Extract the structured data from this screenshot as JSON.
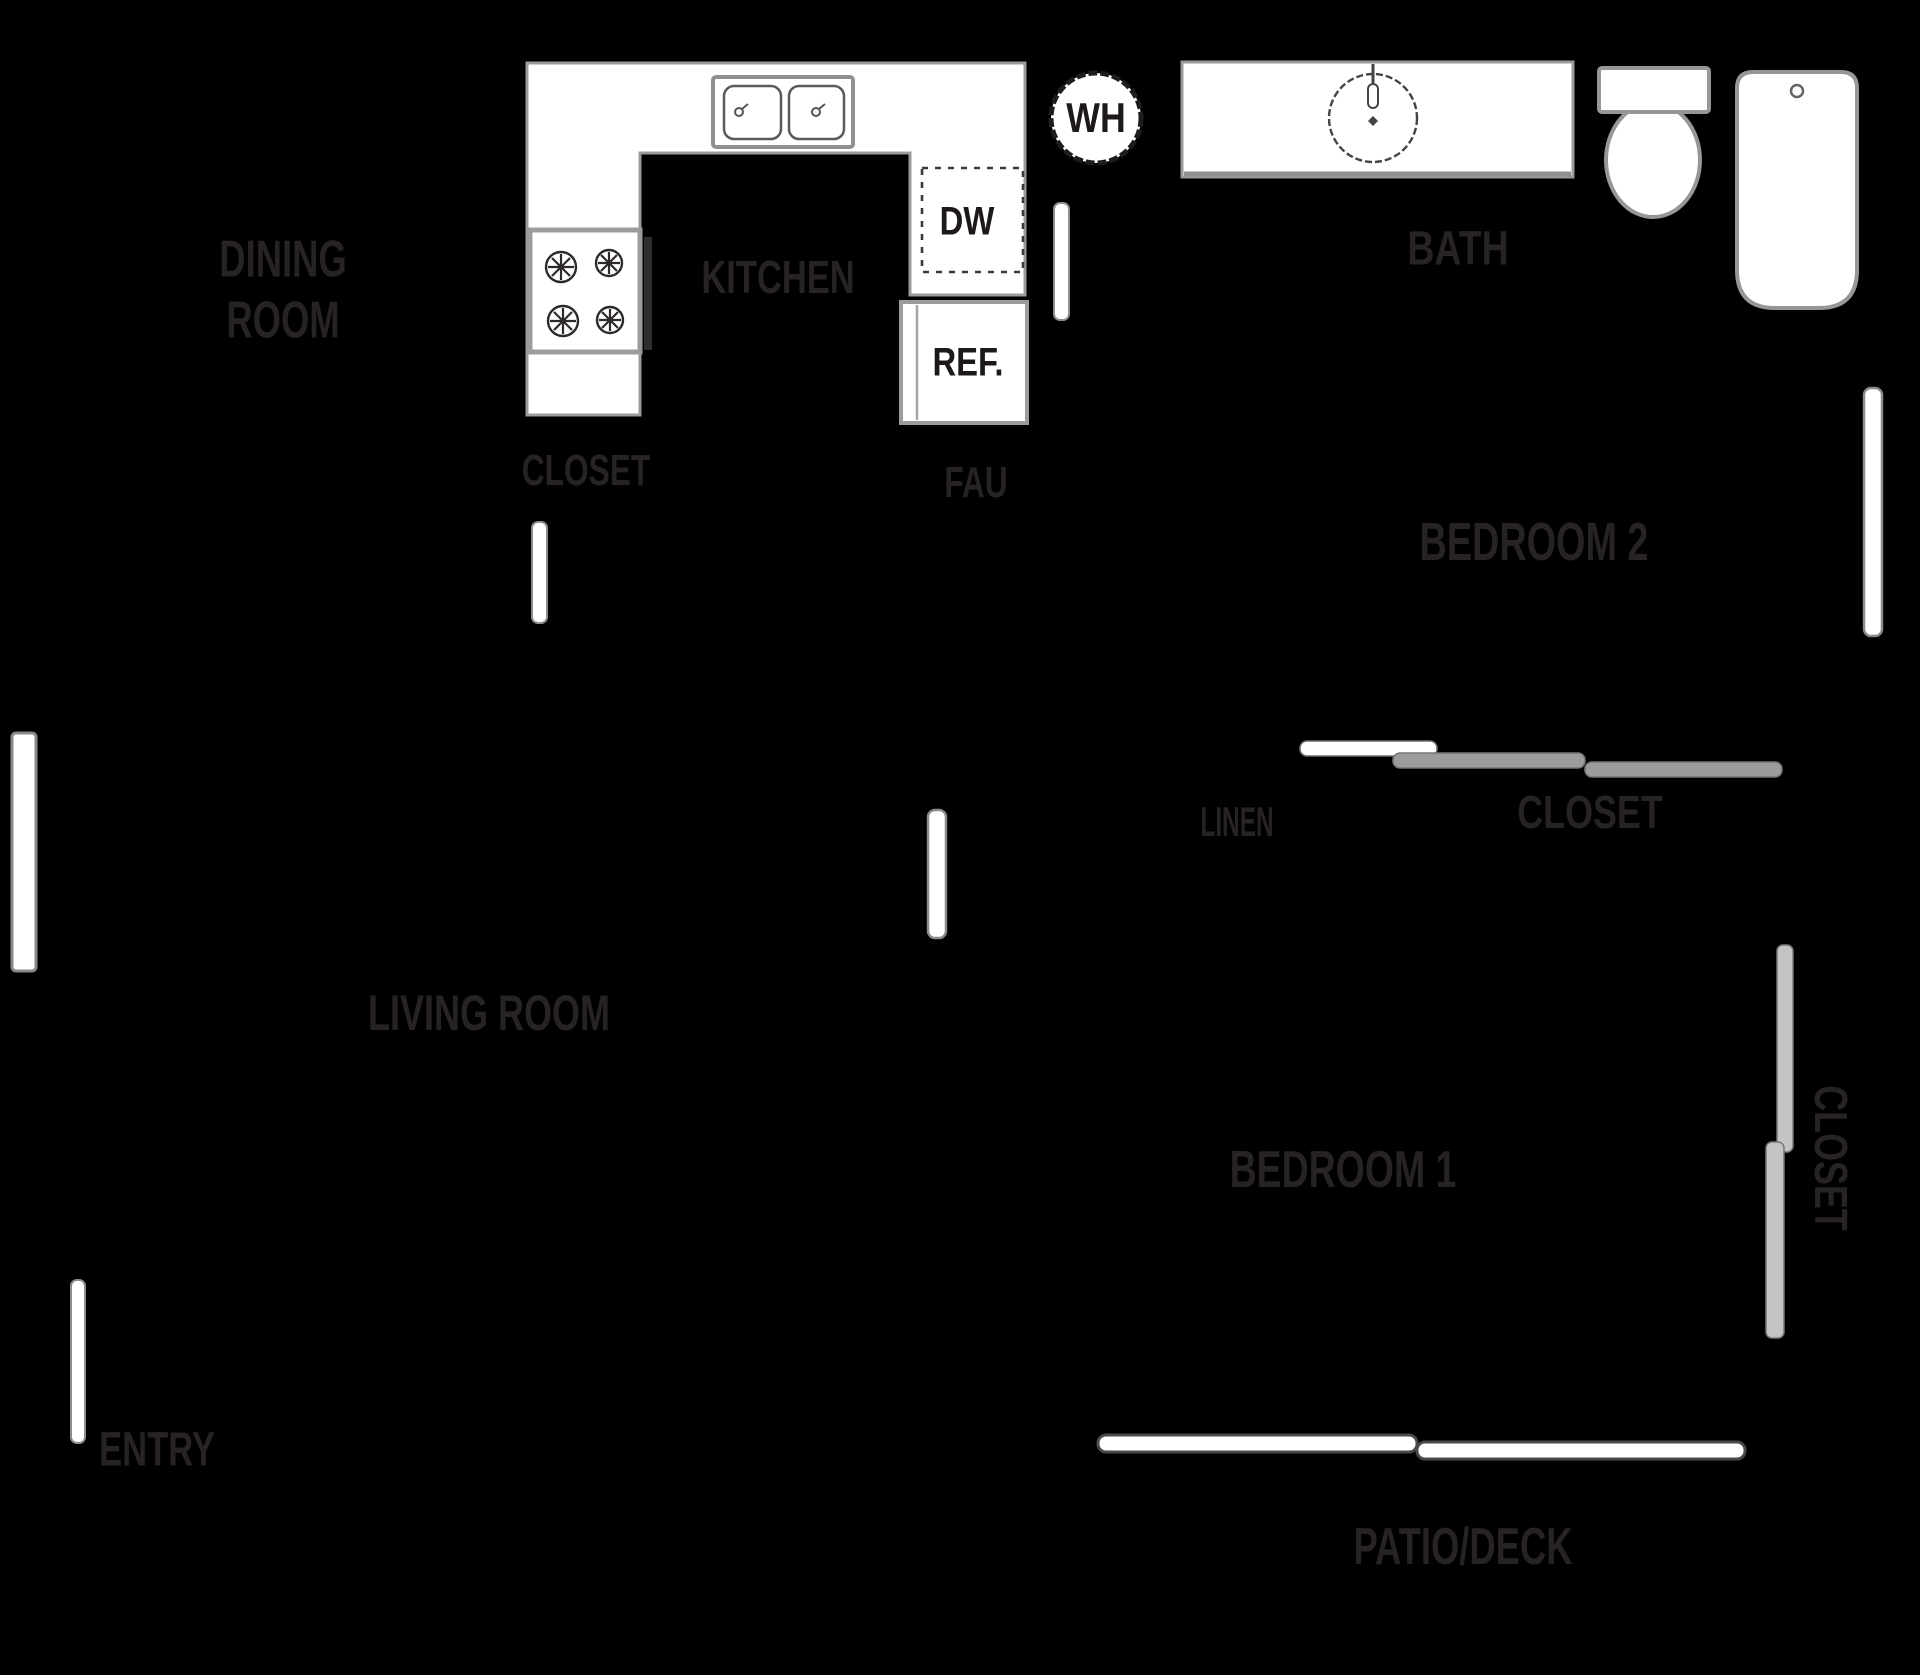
{
  "title": "Two bedroom apartment floor plan",
  "colors": {
    "background": "#000000",
    "fixture_fill": "#ffffff",
    "fixture_stroke": "#999b9d",
    "dark_stroke": "#3e3e3e",
    "label_text": "#272224",
    "wall_segment_gray": "#9c9c9c"
  },
  "labels": {
    "dining_room_line1": "DINING",
    "dining_room_line2": "ROOM",
    "kitchen": "KITCHEN",
    "bath": "BATH",
    "closet_kitchen": "CLOSET",
    "fau": "FAU",
    "bedroom2": "BEDROOM 2",
    "linen": "LINEN",
    "closet_bedroom2": "CLOSET",
    "living_room": "LIVING ROOM",
    "bedroom1": "BEDROOM 1",
    "closet_bedroom1": "CLOSET",
    "entry": "ENTRY",
    "patio_deck": "PATIO/DECK"
  },
  "appliances": {
    "dishwasher": "DW",
    "refrigerator": "REF.",
    "water_heater": "WH"
  }
}
